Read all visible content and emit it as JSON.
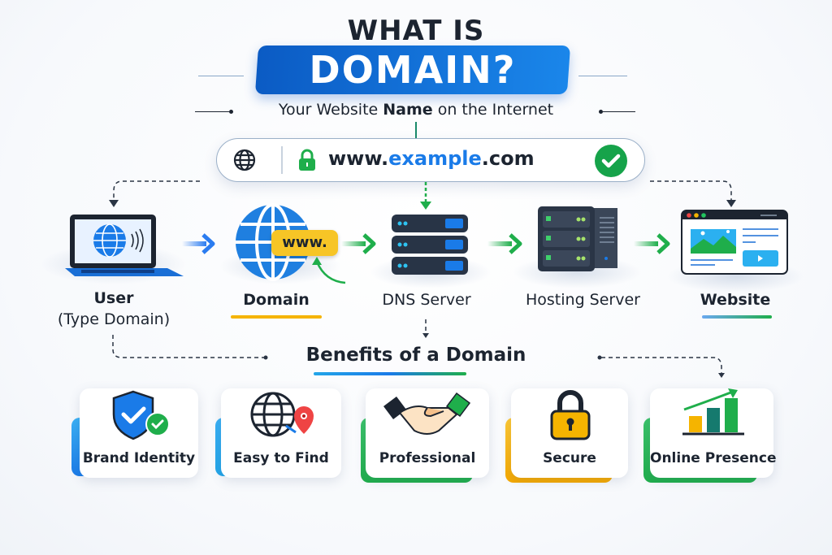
{
  "header": {
    "title_top": "WHAT IS",
    "title_main": "DOMAIN?",
    "subtitle_pre": "Your Website ",
    "subtitle_bold": "Name",
    "subtitle_post": " on the Internet"
  },
  "url_bar": {
    "prefix": "www.",
    "highlight": "example",
    "suffix": ".com",
    "icons": [
      "globe-icon",
      "lock-icon",
      "check-circle-icon"
    ]
  },
  "flow": {
    "steps": [
      {
        "label": "User",
        "sublabel": "(Type Domain)",
        "icon": "laptop-icon"
      },
      {
        "label": "Domain",
        "badge": "www.",
        "icon": "globe-icon"
      },
      {
        "label": "DNS Server",
        "icon": "server-stack-icon"
      },
      {
        "label": "Hosting Server",
        "icon": "server-tower-icon"
      },
      {
        "label": "Website",
        "icon": "browser-window-icon"
      }
    ]
  },
  "benefits": {
    "title": "Benefits of a Domain",
    "items": [
      {
        "label": "Brand Identity",
        "icon": "shield-check-icon",
        "accent": "#1a86ea"
      },
      {
        "label": "Easy to Find",
        "icon": "globe-pin-icon",
        "accent": "#22a5e8"
      },
      {
        "label": "Professional",
        "icon": "handshake-icon",
        "accent": "#1fae4b"
      },
      {
        "label": "Secure",
        "icon": "padlock-icon",
        "accent": "#f5b400"
      },
      {
        "label": "Online Presence",
        "icon": "growth-chart-icon",
        "accent": "#1fae4b"
      }
    ]
  },
  "colors": {
    "primary_blue": "#1a7be8",
    "green": "#1fae4b",
    "yellow": "#f5b400",
    "dark": "#1c2430"
  }
}
